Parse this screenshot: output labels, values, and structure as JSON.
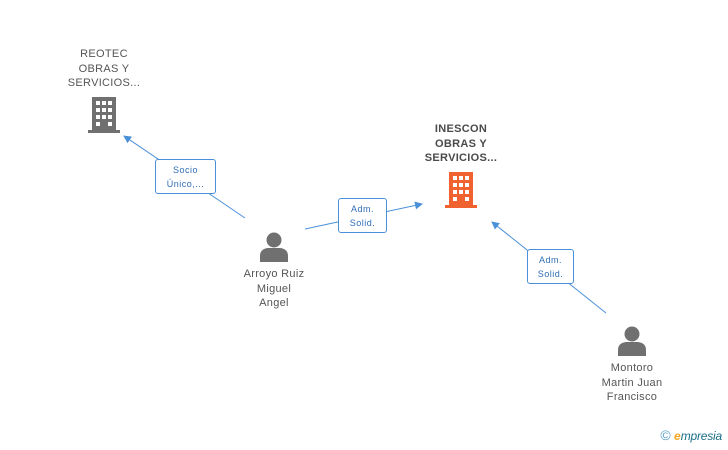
{
  "nodes": {
    "reotec": {
      "line1": "REOTEC",
      "line2": "OBRAS Y",
      "line3": "SERVICIOS..."
    },
    "inescon": {
      "line1": "INESCON",
      "line2": "OBRAS Y",
      "line3": "SERVICIOS..."
    },
    "arroyo": {
      "line1": "Arroyo Ruiz",
      "line2": "Miguel",
      "line3": "Angel"
    },
    "montoro": {
      "line1": "Montoro",
      "line2": "Martin Juan",
      "line3": "Francisco"
    }
  },
  "relations": {
    "arroyo_reotec": {
      "line1": "Socio",
      "line2": "Único,..."
    },
    "arroyo_inescon": {
      "line1": "Adm.",
      "line2": "Solid."
    },
    "montoro_inescon": {
      "line1": "Adm.",
      "line2": "Solid."
    }
  },
  "colors": {
    "company_icon": "#707070",
    "focus_company_icon": "#f0622f",
    "person_icon": "#707070",
    "edge": "#4a90d9"
  },
  "icons": {
    "company": "building-icon",
    "person": "person-icon"
  },
  "footer": {
    "copyright_symbol": "©",
    "brand_initial": "e",
    "brand_rest": "mpresia"
  }
}
